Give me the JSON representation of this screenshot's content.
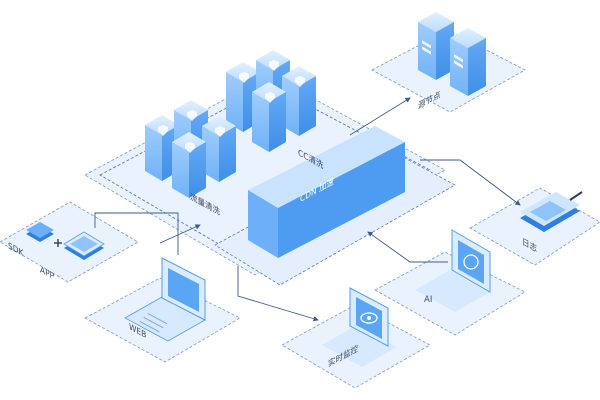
{
  "labels": {
    "source_node": "源节点",
    "cc_clean": "CC清洗",
    "traffic_clean": "流量清洗",
    "cdn": "CDN 加速",
    "log": "日志",
    "ai": "AI",
    "realtime_monitor": "实时监控",
    "web": "WEB",
    "sdk": "SDK",
    "app": "APP"
  },
  "colors": {
    "platform_fill": "#e8f1fd",
    "dash": "#6f8cc7",
    "server_light": "#cfe6ff",
    "server_mid": "#8ec3fb",
    "server_dark": "#4f9ef2",
    "arrow": "#40598f"
  }
}
